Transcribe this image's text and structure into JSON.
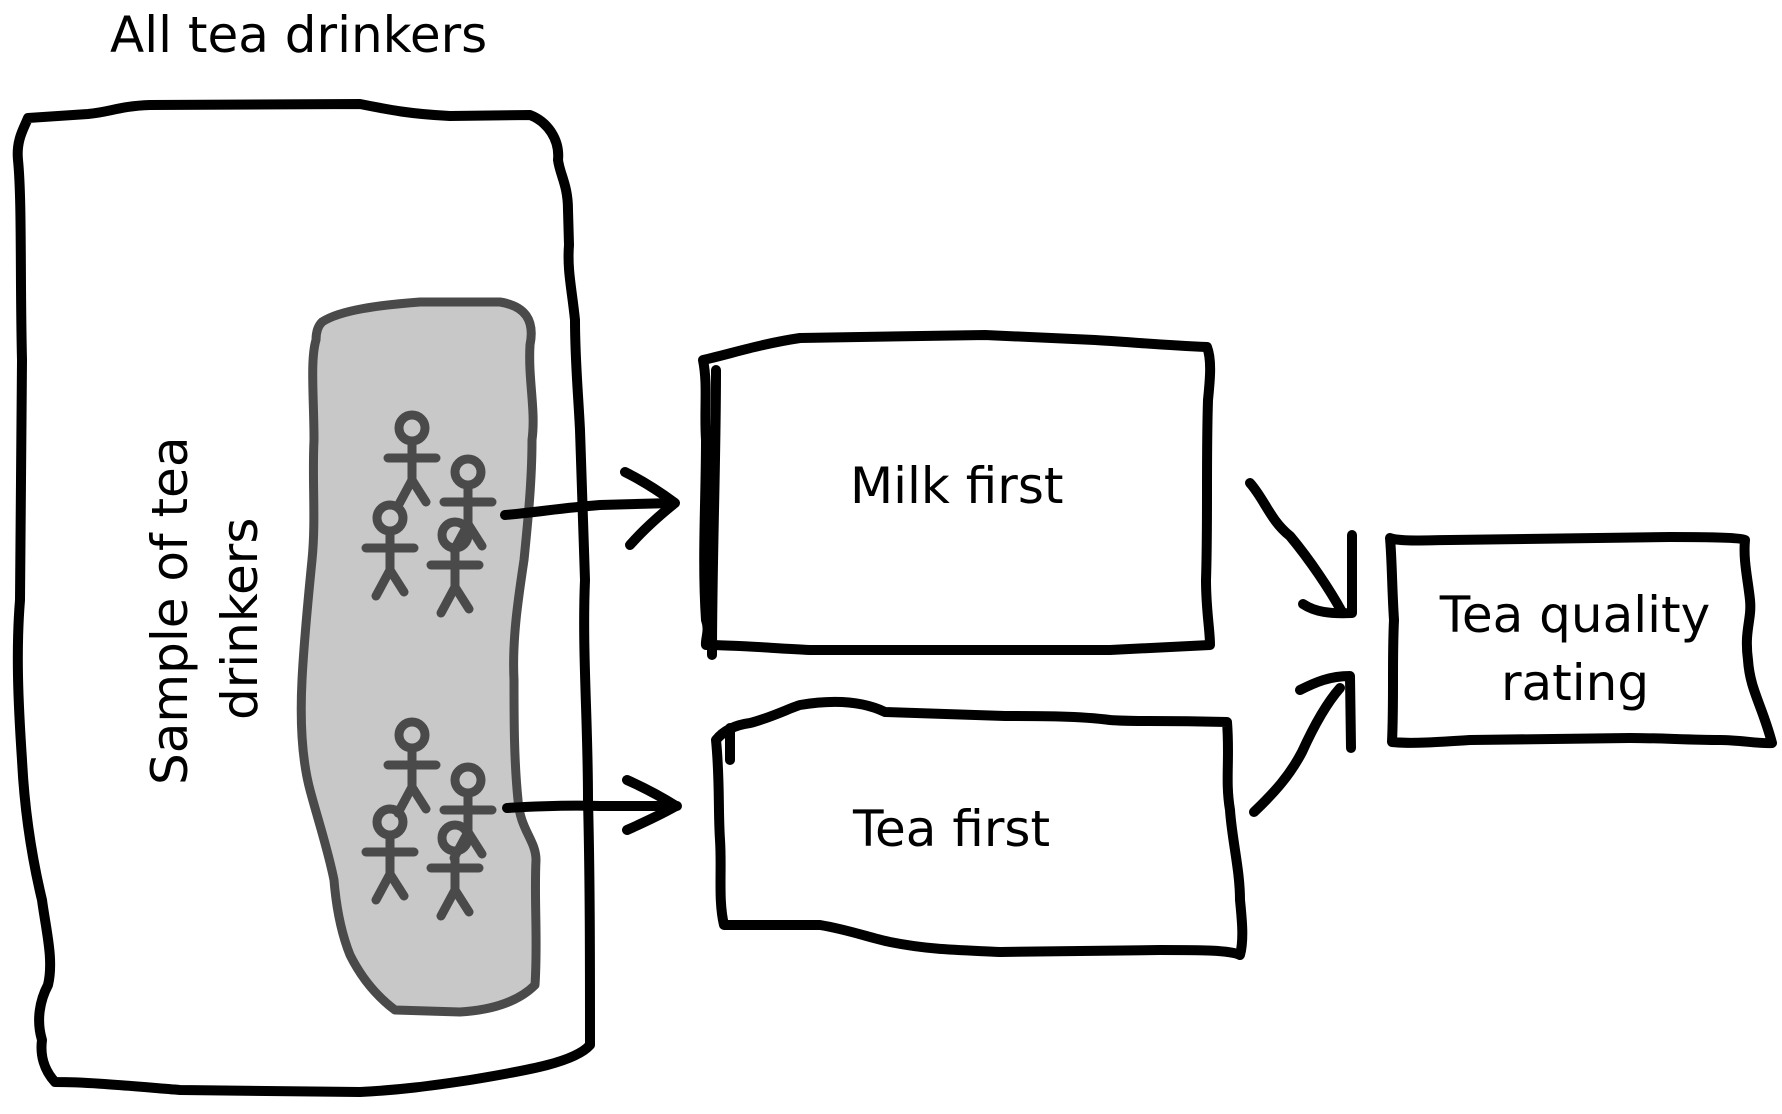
{
  "diagram": {
    "population_label": "All tea drinkers",
    "sample_label_lines": [
      "Sample of tea",
      "drinkers"
    ],
    "treatments": [
      {
        "label": "Milk first"
      },
      {
        "label": "Tea first"
      }
    ],
    "outcome_label_lines": [
      "Tea quality",
      "rating"
    ],
    "groups": [
      {
        "people_count": 4
      },
      {
        "people_count": 4
      }
    ],
    "colors": {
      "ink": "#000000",
      "sample_fill": "#c8c8c8",
      "sample_border": "#4a4a4a",
      "people": "#4a4a4a"
    }
  }
}
